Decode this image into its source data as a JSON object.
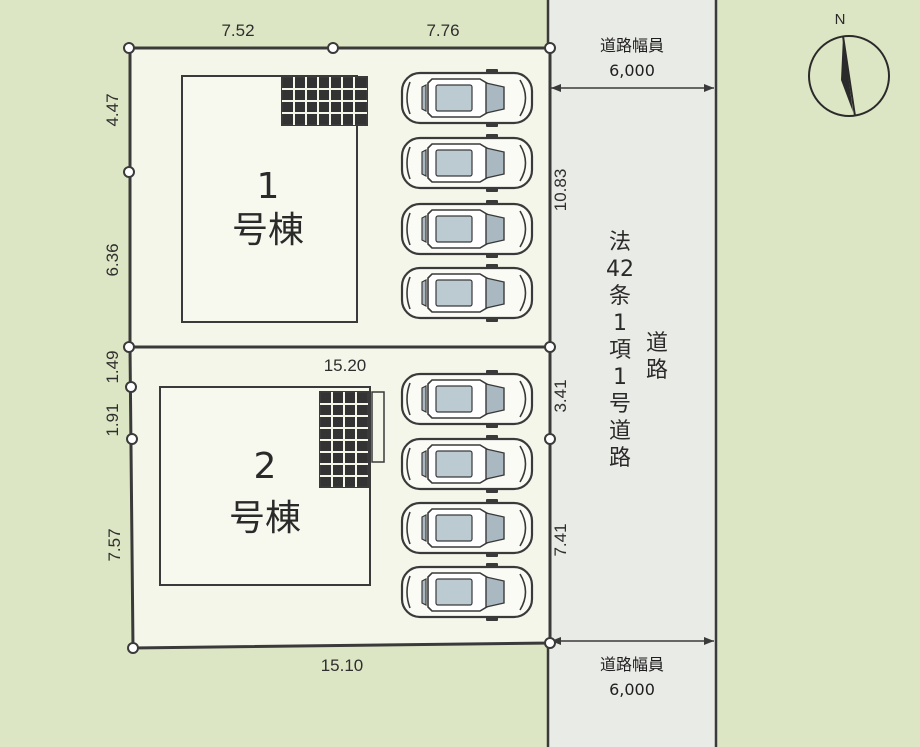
{
  "lots": [
    {
      "number": "1",
      "label": "号棟",
      "parking_spaces": 4
    },
    {
      "number": "2",
      "label": "号棟",
      "parking_spaces": 4
    }
  ],
  "dimensions": {
    "top_left": "7.52",
    "top_right": "7.76",
    "left_1": "4.47",
    "left_2": "6.36",
    "left_3": "1.49",
    "left_4": "1.91",
    "left_5": "7.57",
    "right_1": "10.83",
    "right_2": "3.41",
    "right_3": "7.41",
    "middle": "15.20",
    "bottom": "15.10"
  },
  "road": {
    "name_lines": [
      "法",
      "42",
      "条",
      "1",
      "項",
      "1",
      "号",
      "道",
      "路"
    ],
    "side_chars": [
      "道",
      "路"
    ],
    "width_label": "道路幅員",
    "width_value": "6,000"
  },
  "north_label": "N",
  "colors": {
    "background": "#dde6c4",
    "lot": "#f5f6ea",
    "road": "#e9ebe6",
    "line": "#3a3a3a"
  },
  "icons": [
    "car-icon",
    "entrance-grid-icon",
    "north-arrow-icon"
  ]
}
